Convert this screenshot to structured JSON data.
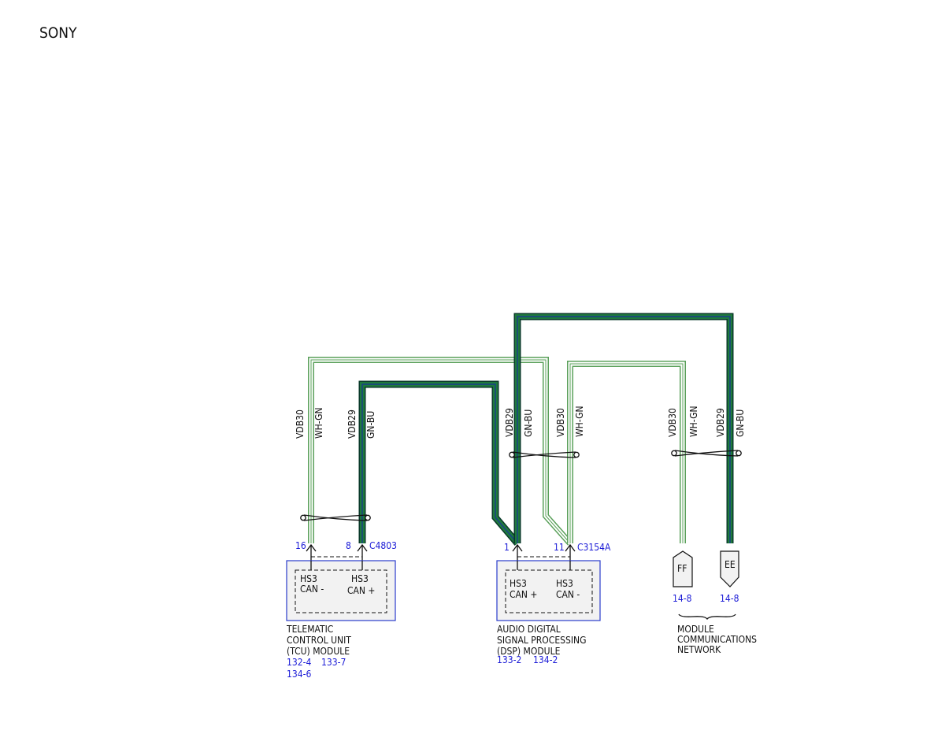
{
  "page_title": "SONY",
  "colors": {
    "gn_bu_outer": "#0a3a2a",
    "gn_bu_inner": "#1e7a3c",
    "gn_bu_center": "#1a3d8c",
    "wh_gn_outer": "#5aa05a",
    "wh_gn_inner": "#ffffff",
    "module_border": "#2a3ccc",
    "module_fill": "#f2f2f2",
    "ref_text": "#1a1ad6"
  },
  "wires": {
    "tcu_minus": {
      "circuit": "VDB30",
      "color": "WH-GN"
    },
    "tcu_plus": {
      "circuit": "VDB29",
      "color": "GN-BU"
    },
    "dsp_plus": {
      "circuit": "VDB29",
      "color": "GN-BU"
    },
    "dsp_minus": {
      "circuit": "VDB30",
      "color": "WH-GN"
    },
    "net_minus": {
      "circuit": "VDB30",
      "color": "WH-GN"
    },
    "net_plus": {
      "circuit": "VDB29",
      "color": "GN-BU"
    }
  },
  "tcu": {
    "connector": "C4803",
    "pin_minus": "16",
    "pin_plus": "8",
    "left_label_1": "HS3",
    "left_label_2": "CAN -",
    "right_label_1": "HS3",
    "right_label_2": "CAN +",
    "name_1": "TELEMATIC",
    "name_2": "CONTROL UNIT",
    "name_3": "(TCU) MODULE",
    "refs": [
      "132-4",
      "133-7",
      "134-6"
    ]
  },
  "dsp": {
    "connector": "C3154A",
    "pin_plus": "1",
    "pin_minus": "11",
    "left_label_1": "HS3",
    "left_label_2": "CAN +",
    "right_label_1": "HS3",
    "right_label_2": "CAN -",
    "name_1": "AUDIO DIGITAL",
    "name_2": "SIGNAL PROCESSING",
    "name_3": "(DSP) MODULE",
    "refs": [
      "133-2",
      "134-2"
    ]
  },
  "network": {
    "ff_label": "FF",
    "ee_label": "EE",
    "ff_ref": "14-8",
    "ee_ref": "14-8",
    "name_1": "MODULE",
    "name_2": "COMMUNICATIONS",
    "name_3": "NETWORK"
  }
}
